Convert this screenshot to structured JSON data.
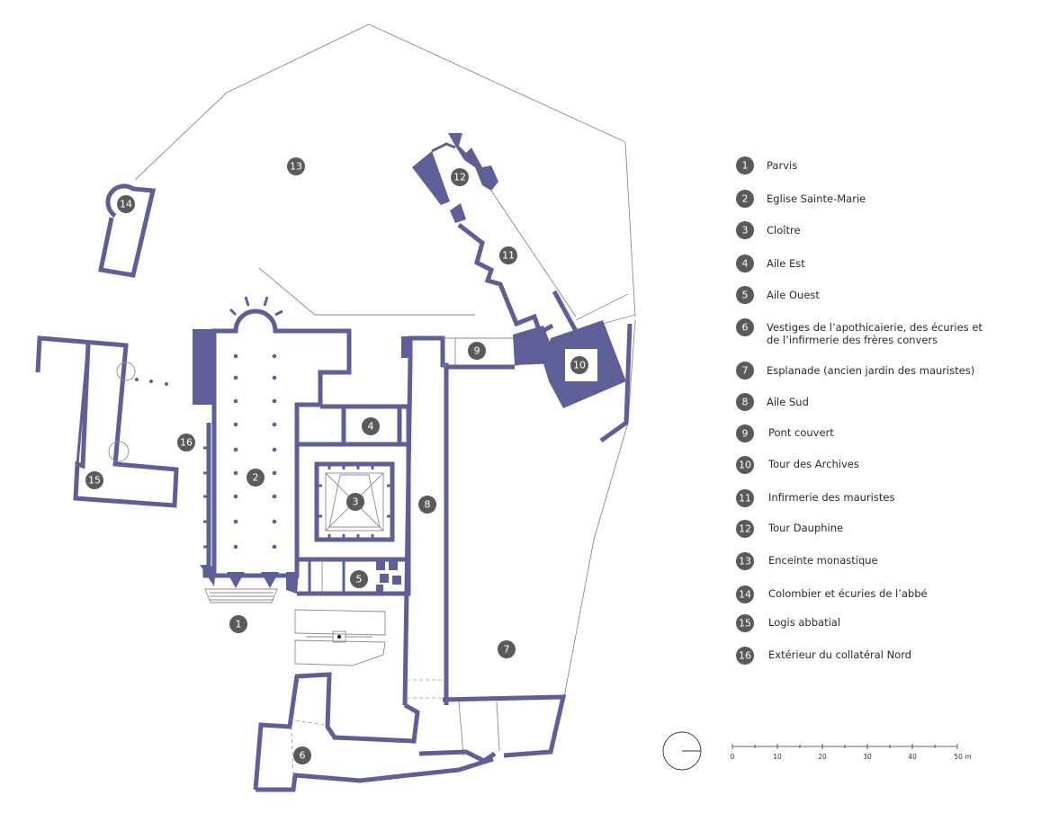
{
  "legend": [
    {
      "number": "1",
      "label": "Parvis"
    },
    {
      "number": "2",
      "label": "Eglise Sainte-Marie"
    },
    {
      "number": "3",
      "label": "Cloître"
    },
    {
      "number": "4",
      "label": "Aile Est"
    },
    {
      "number": "5",
      "label": "Aile Ouest"
    },
    {
      "number": "6",
      "label": "Vestiges de l’apothicaierie, des écuries et",
      "label2": "de l’infirmerie des frères convers"
    },
    {
      "number": "7",
      "label": "Esplanade (ancien jardin des mauristes)"
    },
    {
      "number": "8",
      "label": "Aile Sud"
    },
    {
      "number": "9",
      "label": "Pont couvert"
    },
    {
      "number": "10",
      "label": "Tour des Archives"
    },
    {
      "number": "11",
      "label": "Infirmerie des mauristes"
    },
    {
      "number": "12",
      "label": "Tour Dauphine"
    },
    {
      "number": "13",
      "label": "Enceinte monastique"
    },
    {
      "number": "14",
      "label": "Colombier et écuries de l’abbé"
    },
    {
      "number": "15",
      "label": "Logis abbatial"
    },
    {
      "number": "16",
      "label": "Extérieur du collatéral Nord"
    }
  ],
  "plan_markers": [
    "1",
    "2",
    "3",
    "4",
    "5",
    "6",
    "7",
    "8",
    "9",
    "10",
    "11",
    "12",
    "13",
    "14",
    "15",
    "16"
  ],
  "scale": {
    "ticks": [
      "0",
      "10",
      "20",
      "30",
      "40"
    ],
    "end_label": "50 m"
  },
  "colors": {
    "wall": "#5e5f98",
    "marker": "#5a5a5a",
    "thin_line": "#8a8a8a"
  }
}
